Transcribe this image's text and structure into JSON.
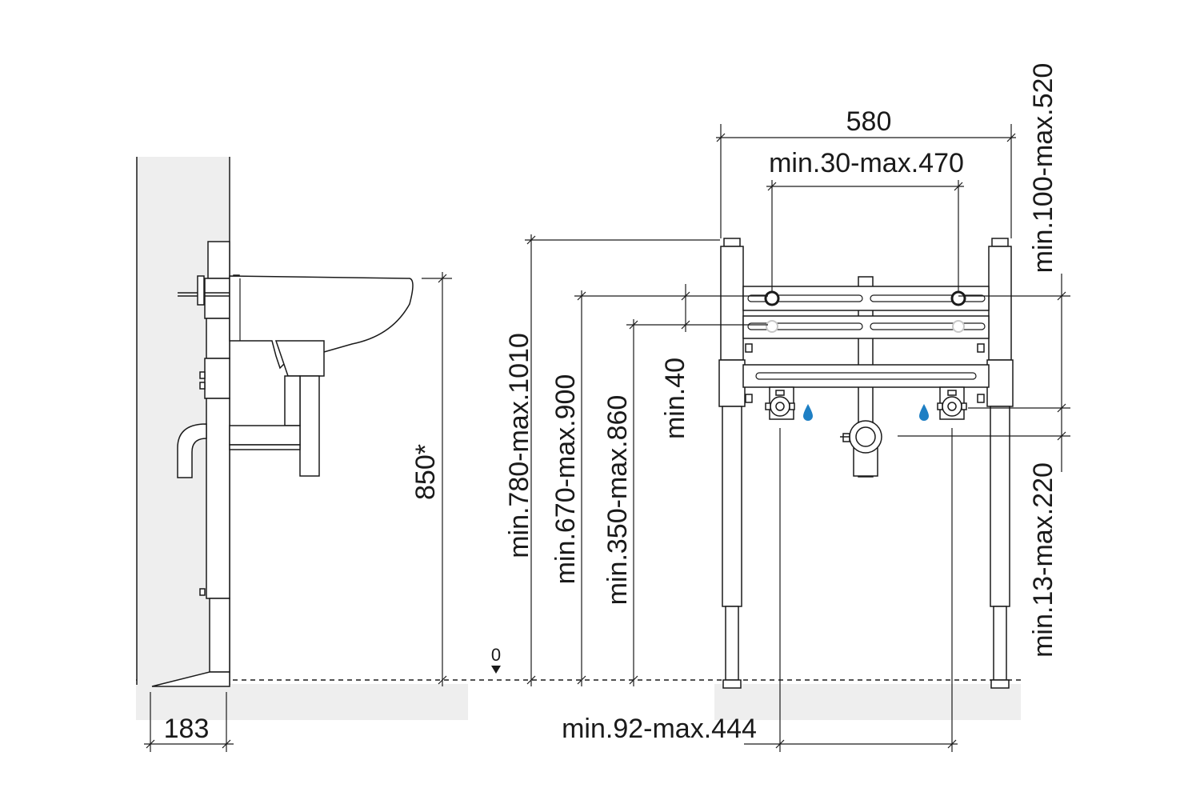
{
  "labels": {
    "d580": "580",
    "d30_470": "min.30-max.470",
    "d100_520": "min.100-max.520",
    "d780_1010": "min.780-max.1010",
    "d670_900": "min.670-max.900",
    "d350_860": "min.350-max.860",
    "d40": "min.40",
    "d13_220": "min.13-max.220",
    "d92_444": "min.92-max.444",
    "d850": "850*",
    "d183": "183",
    "zero": "0"
  },
  "colors": {
    "line": "#1a1a1a",
    "ground": "#eeeeee",
    "water": "#1e7fc4"
  },
  "icons": {
    "water_drop": "water-drop-icon"
  }
}
